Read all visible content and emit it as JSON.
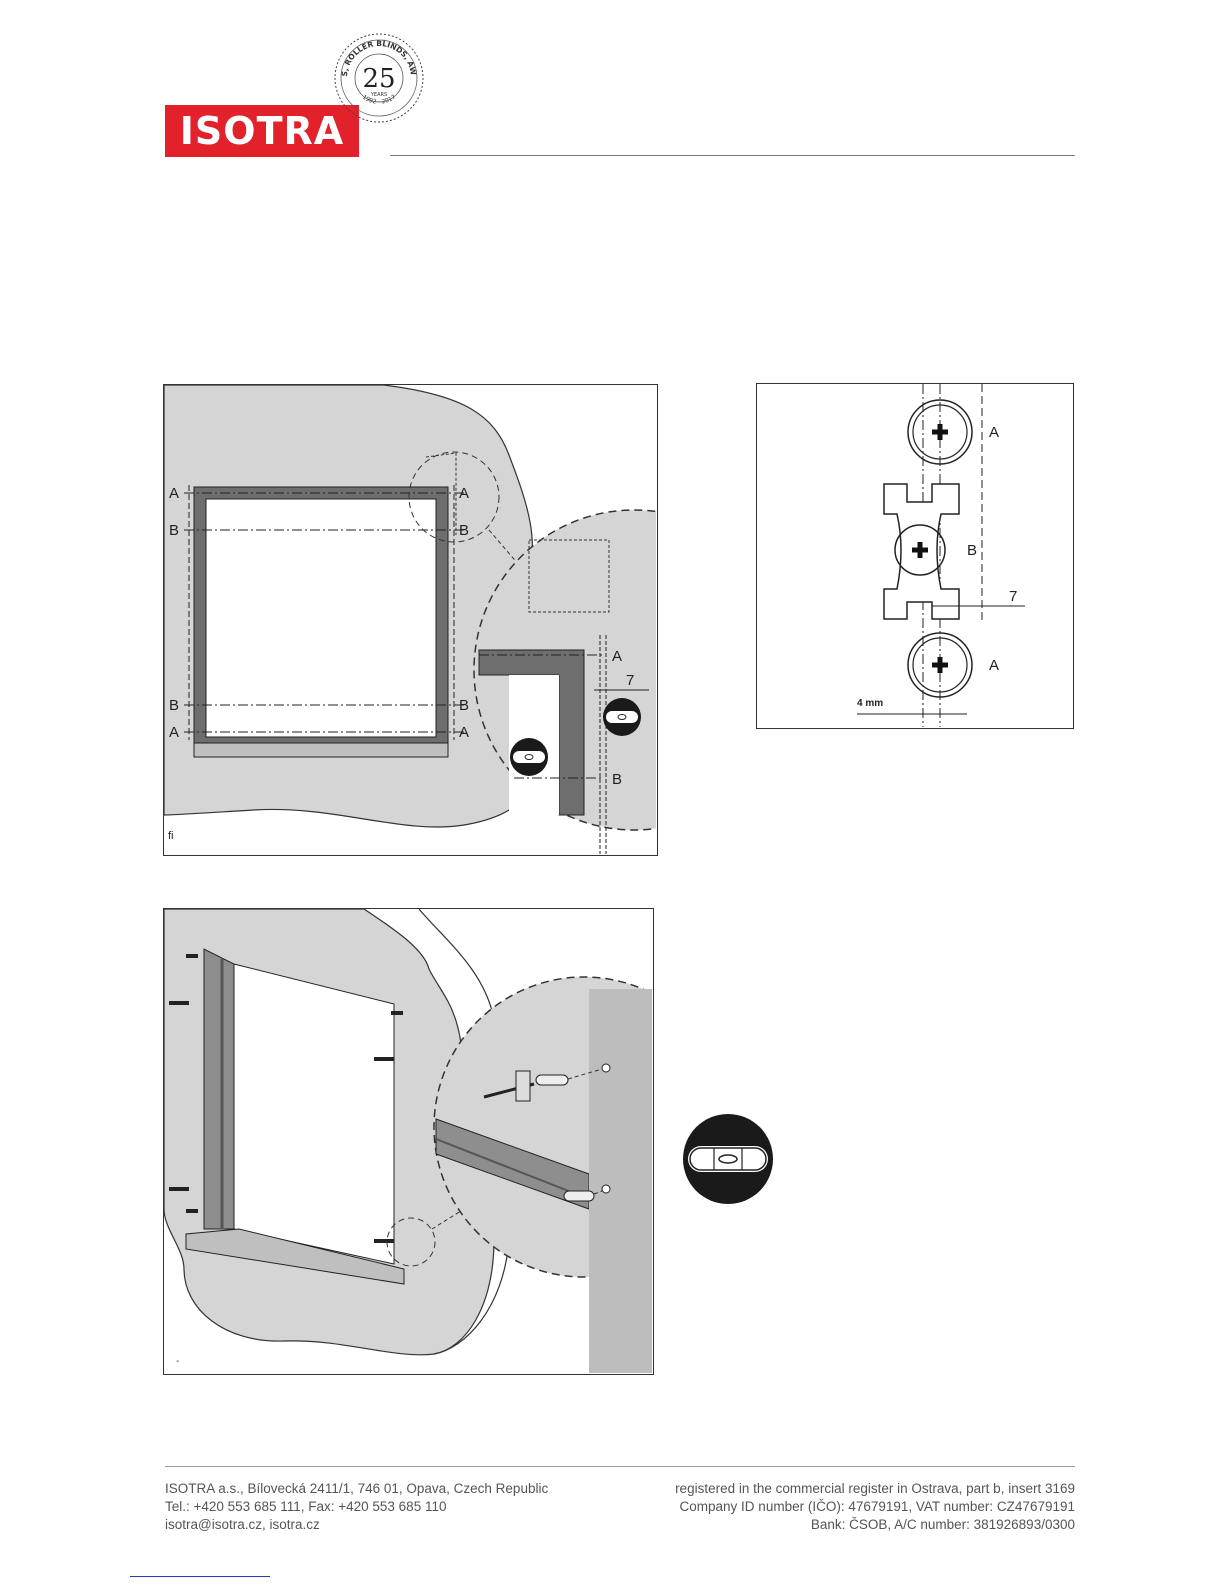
{
  "header": {
    "logo_text": "ISOTRA",
    "seal_text": [
      "BLINDS, ROLLER BLINDS, AWNINGS",
      "25",
      "YEARS",
      "1992 - 2017"
    ]
  },
  "figure1": {
    "labels": {
      "a": "A",
      "b": "B",
      "seven": "7"
    },
    "corner_mark": "fi"
  },
  "figure2": {
    "labels": {
      "a": "A",
      "b": "B",
      "seven": "7",
      "mm": "4 mm"
    }
  },
  "figure3": {
    "corner_mark": "-"
  },
  "footer": {
    "left": [
      "ISOTRA a.s., Bílovecká 2411/1, 746 01, Opava, Czech Republic",
      "Tel.: +420 553 685 111, Fax: +420 553 685 110",
      "isotra@isotra.cz, isotra.cz"
    ],
    "right": [
      "registered in the commercial register in Ostrava, part b, insert 3169",
      "Company ID number (IČO): 47679191, VAT number: CZ47679191",
      "Bank: ČSOB, A/C number: 381926893/0300"
    ]
  },
  "colors": {
    "brand_red": "#e2212b",
    "wall_gray": "#d5d5d5",
    "frame_gray": "#6e6e6e"
  }
}
